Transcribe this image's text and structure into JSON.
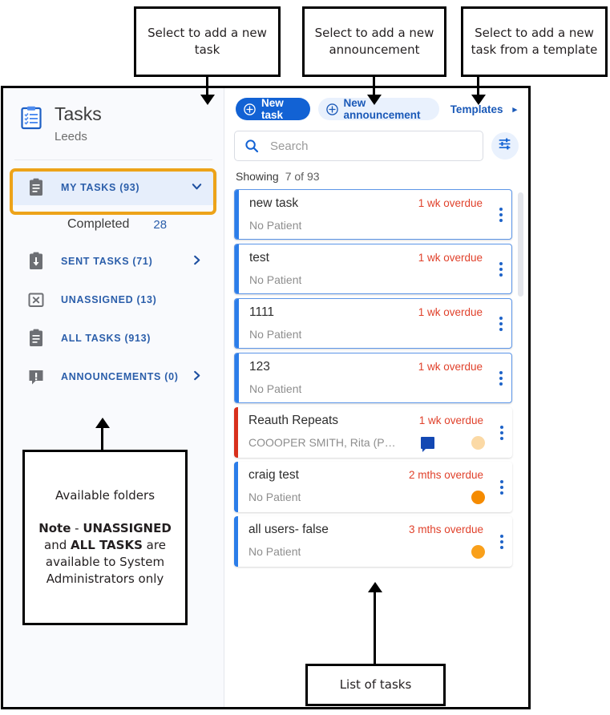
{
  "app": {
    "sidebar": {
      "title": "Tasks",
      "subtitle": "Leeds",
      "icon": "clipboard-checklist-icon",
      "items": [
        {
          "label": "MY TASKS (93)",
          "icon": "clipboard-icon",
          "chevron": "⌄",
          "active": true,
          "expandable": true
        },
        {
          "label": "Completed",
          "count": "28",
          "sub": true
        },
        {
          "label": "SENT TASKS (71)",
          "icon": "clipboard-download-icon",
          "chevron": "›",
          "expandable": true
        },
        {
          "label": "UNASSIGNED (13)",
          "icon": "x-box-icon",
          "expandable": false
        },
        {
          "label": "ALL TASKS (913)",
          "icon": "clipboard-icon",
          "expandable": false
        },
        {
          "label": "ANNOUNCEMENTS (0)",
          "icon": "announcement-icon",
          "chevron": "›",
          "expandable": true
        }
      ]
    },
    "toolbar": {
      "new_task_label": "New task",
      "new_announcement_label": "New announcement",
      "templates_label": "Templates",
      "templates_arrow": "▸"
    },
    "search": {
      "placeholder": "Search",
      "value": "",
      "icon": "search-icon",
      "filter_icon": "filter-sliders-icon"
    },
    "showing": {
      "label": "Showing",
      "count": "7 of 93"
    },
    "tasks": [
      {
        "title": "new task",
        "due": "1 wk overdue",
        "patient": "No Patient",
        "stripe": "#2b7de9",
        "selected": true,
        "comment": false,
        "dot": null
      },
      {
        "title": "test",
        "due": "1 wk overdue",
        "patient": "No Patient",
        "stripe": "#2b7de9",
        "selected": true,
        "comment": false,
        "dot": null
      },
      {
        "title": "1111",
        "due": "1 wk overdue",
        "patient": "No Patient",
        "stripe": "#2b7de9",
        "selected": true,
        "comment": false,
        "dot": null
      },
      {
        "title": "123",
        "due": "1 wk overdue",
        "patient": "No Patient",
        "stripe": "#2b7de9",
        "selected": true,
        "comment": false,
        "dot": null
      },
      {
        "title": "Reauth Repeats",
        "due": "1 wk overdue",
        "patient": "COOOPER SMITH, Rita (P…",
        "stripe": "#d8301c",
        "selected": false,
        "comment": true,
        "dot": "#fbd9a5"
      },
      {
        "title": "craig test",
        "due": "2 mths overdue",
        "patient": "No Patient",
        "stripe": "#2b7de9",
        "selected": false,
        "comment": false,
        "dot": "#f58b00"
      },
      {
        "title": "all users- false",
        "due": "3 mths overdue",
        "patient": "No Patient",
        "stripe": "#2b7de9",
        "selected": false,
        "comment": false,
        "dot": "#f9a01b"
      }
    ],
    "kebab_icon": "more-vertical-icon",
    "scrollbar": "vertical-scrollbar"
  },
  "annotations": {
    "new_task": "Select to add a new task",
    "new_announcement": "Select to add a new announcement",
    "templates": "Select to add a new task from a template",
    "folders_line1": "Available folders",
    "folders_note_bold1": "Note",
    "folders_note_mid": " - ",
    "folders_note_bold2": "UNASSIGNED",
    "folders_note_and": " and ",
    "folders_note_bold3": "ALL TASKS",
    "folders_note_tail": " are available to System Administrators only",
    "list_of_tasks": "List of tasks"
  },
  "colors": {
    "primary_blue": "#1262d4",
    "light_blue": "#e9f1fd",
    "highlight_orange": "#eda319",
    "overdue_red": "#e0412b",
    "stripe_blue": "#2b7de9",
    "stripe_red": "#d8301c"
  }
}
